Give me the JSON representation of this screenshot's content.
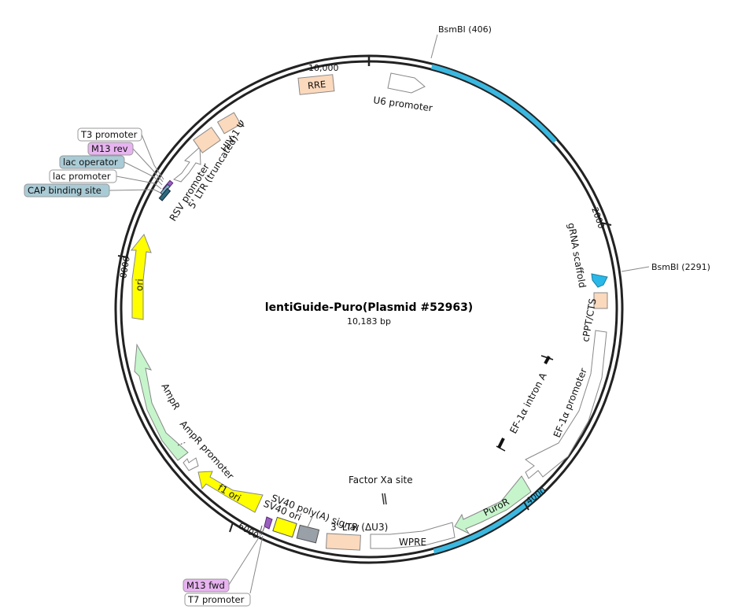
{
  "plasmid": {
    "name": "lentiGuide-Puro(Plasmid #52963)",
    "size": "10,183 bp"
  },
  "colors": {
    "backbone": "#222222",
    "insert_highlight": "#3bb8e0",
    "misc": "#fbd9bd",
    "promoter_fill": "#ffffff",
    "ori": "#ffff00",
    "ampr": "#c6f5cc",
    "puror": "#c6f5cc",
    "gRNA": "#2ab8e8",
    "grey": "#9aa0a8",
    "primer": "#e7b4f0",
    "protein_bind": "#a9cbd6"
  },
  "ticks": [
    "2000",
    "4000",
    "6000",
    "8000",
    "10,000"
  ],
  "sites": [
    "BsmBI  (406)",
    "BsmBI  (2291)"
  ],
  "features": {
    "u6": "U6 promoter",
    "grna": "gRNA scaffold",
    "cppt": "cPPT/CTS",
    "ef1a_promoter": "EF-1α promoter",
    "ef1a_intron": "EF-1α intron A",
    "puror": "PuroR",
    "wpre": "WPRE",
    "ltr3": "3' LTR (ΔU3)",
    "sv40_polya": "SV40 poly(A) signal",
    "sv40_ori": "SV40 ori",
    "factor_xa": "Factor Xa site",
    "f1_ori": "f1 ori",
    "ampr_promoter": "AmpR promoter",
    "ampr": "AmpR",
    "ori": "ori",
    "rsv": "RSV promoter",
    "ltr5": "5' LTR (truncated)",
    "hiv": "HIV-1 Ψ",
    "rre": "RRE"
  },
  "boxed_labels": {
    "t3": "T3 promoter",
    "m13rev": "M13 rev",
    "lacop": "lac operator",
    "lacprom": "lac promoter",
    "cap": "CAP binding site",
    "m13fwd": "M13 fwd",
    "t7": "T7 promoter"
  }
}
